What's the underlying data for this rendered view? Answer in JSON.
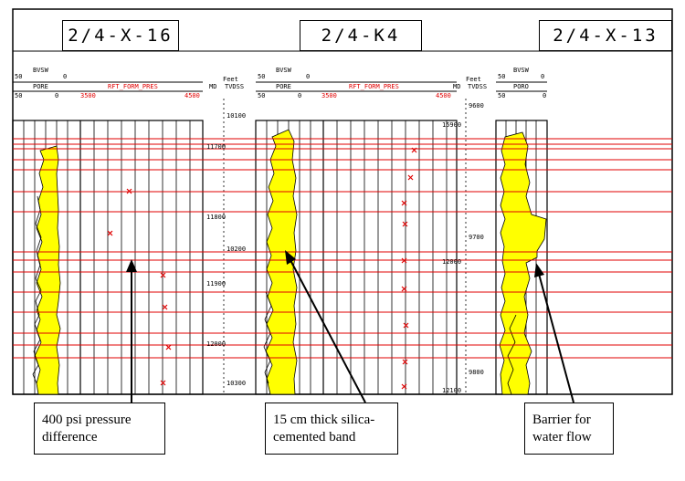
{
  "wells": [
    {
      "name": "2/4-X-16"
    },
    {
      "name": "2/4-K4"
    },
    {
      "name": "2/4-X-13"
    }
  ],
  "track_headers": {
    "bvsw": "BVSW",
    "pore": "PORE",
    "poro": "PORO",
    "rft": "RFT_FORM_PRES",
    "scale_left": "50",
    "scale_zero": "0",
    "scale_0": "0",
    "scale_3500": "3500",
    "scale_4500": "4500",
    "feet": "Feet",
    "md": "MD",
    "tvdss": "TVDSS"
  },
  "depth_labels_well1_md": [
    "11700",
    "11800",
    "11900",
    "12000"
  ],
  "depth_labels_well1_tvdss": [
    "10100",
    "10200",
    "10300"
  ],
  "depth_labels_well2_md": [
    "15900",
    "12000",
    "12100"
  ],
  "depth_labels_well2_tvdss": [
    "9600",
    "9700",
    "9800"
  ],
  "callouts": {
    "left": "400 psi pressure difference",
    "middle": "15 cm thick silica-cemented band",
    "right": "Barrier for water flow"
  },
  "colors": {
    "log_fill": "#ffff00",
    "marker_line": "#e00000",
    "rft_point": "#e00000"
  }
}
